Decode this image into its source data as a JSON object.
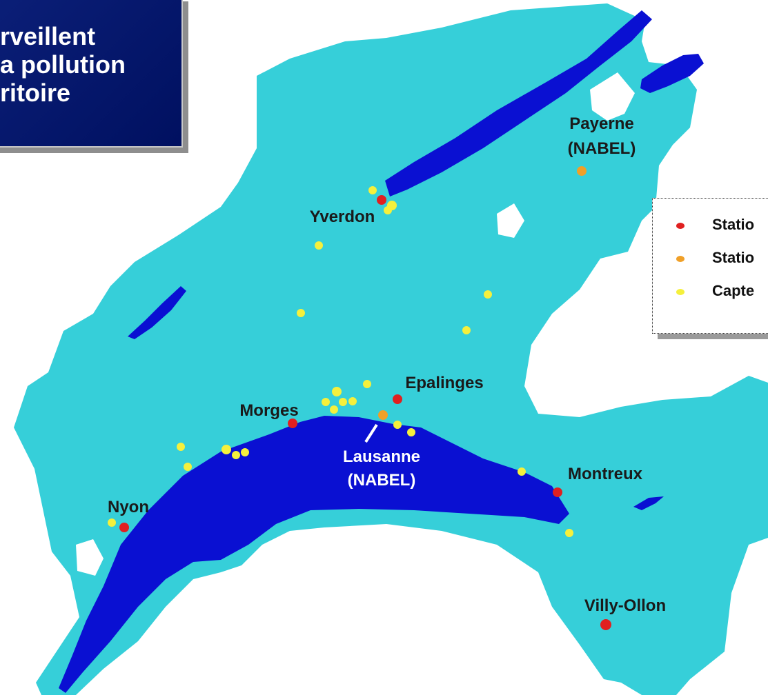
{
  "title": {
    "lines": [
      "rveillent",
      "a pollution",
      "ritoire"
    ]
  },
  "colors": {
    "land": "#36cfd9",
    "water": "#0a10d2",
    "station": "#e02020",
    "station_nabel": "#f0a028",
    "sensor": "#f5f03c",
    "title_bg": "#0b1f78",
    "label_text": "#1a1a1a",
    "label_text_on_water": "#ffffff"
  },
  "legend": {
    "items": [
      {
        "label": "Statio",
        "type": "station"
      },
      {
        "label": "Statio",
        "type": "station_nabel"
      },
      {
        "label": "Capte",
        "type": "sensor"
      }
    ]
  },
  "cities": [
    {
      "name": "Payerne",
      "name2": "(NABEL)",
      "type": "station_nabel"
    },
    {
      "name": "Yverdon",
      "type": "station"
    },
    {
      "name": "Epalinges",
      "type": "station"
    },
    {
      "name": "Morges",
      "type": "station"
    },
    {
      "name": "Lausanne",
      "name2": "(NABEL)",
      "type": "station_nabel"
    },
    {
      "name": "Montreux",
      "type": "station"
    },
    {
      "name": "Nyon",
      "type": "station"
    },
    {
      "name": "Villy-Ollon",
      "type": "station"
    }
  ]
}
